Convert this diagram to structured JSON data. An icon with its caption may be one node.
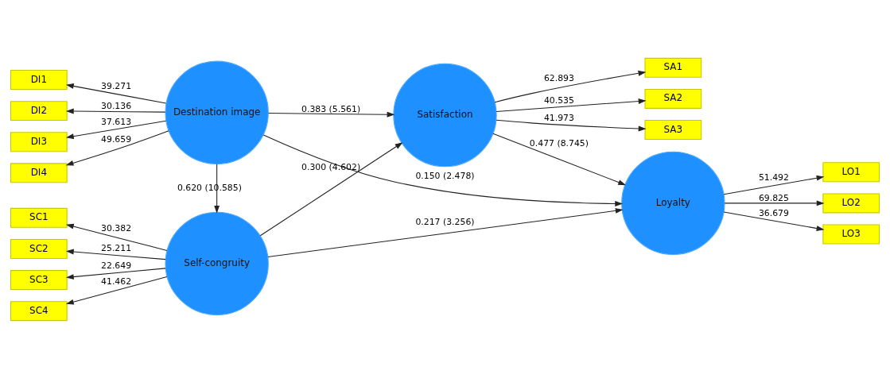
{
  "diagram": {
    "nodes": [
      {
        "text": [
          "DI1"
        ]
      },
      {
        "text": [
          "DI2"
        ]
      },
      {
        "text": [
          "DI3"
        ]
      },
      {
        "text": [
          "DI4"
        ]
      },
      {
        "text": [
          "Destination image"
        ]
      },
      {
        "text": [
          "Satisfaction"
        ]
      },
      {
        "text": [
          "Loyalty"
        ]
      },
      {
        "text": [
          "LO1"
        ]
      },
      {
        "text": [
          "LO2"
        ]
      },
      {
        "text": [
          "LO3"
        ]
      },
      {
        "text": [
          "SC2"
        ]
      },
      {
        "text": [
          "SC3"
        ]
      },
      {
        "text": [
          "SC4"
        ]
      },
      {
        "text": [
          "SC1"
        ]
      },
      {
        "text": [
          "Self-congruity"
        ]
      },
      {
        "text": [
          "SA1"
        ]
      },
      {
        "text": [
          "SA2"
        ]
      },
      {
        "text": [
          "SA3"
        ]
      }
    ],
    "edges": [
      {
        "from": 4,
        "to": 0,
        "arrow": "to",
        "label": "39.271"
      },
      {
        "from": 4,
        "to": 1,
        "arrow": "to",
        "label": "30.136"
      },
      {
        "from": 4,
        "to": 2,
        "arrow": "to",
        "label": "37.613"
      },
      {
        "from": 4,
        "to": 3,
        "arrow": "to",
        "label": "49.659"
      },
      {
        "from": 4,
        "to": 6,
        "arrow": "to",
        "label": "0.150 (2.478)"
      },
      {
        "from": 4,
        "to": 5,
        "arrow": "to",
        "label": "0.383 (5.561)"
      },
      {
        "from": 4,
        "to": 14,
        "arrow": "to",
        "label": "0.620 (10.585)"
      },
      {
        "from": 14,
        "to": 5,
        "arrow": "to",
        "label": "0.300 (4.602)"
      },
      {
        "from": 5,
        "to": 6,
        "arrow": "to",
        "label": "0.477 (8.745)"
      },
      {
        "from": 14,
        "to": 6,
        "arrow": "to",
        "label": "0.217 (3.256)"
      },
      {
        "from": 6,
        "to": 7,
        "arrow": "to",
        "label": "51.492"
      },
      {
        "from": 6,
        "to": 8,
        "arrow": "to",
        "label": "69.825"
      },
      {
        "from": 6,
        "to": 9,
        "arrow": "to",
        "label": "36.679"
      },
      {
        "from": 14,
        "to": 10,
        "arrow": "to",
        "label": "25.211"
      },
      {
        "from": 14,
        "to": 11,
        "arrow": "to",
        "label": "22.649"
      },
      {
        "from": 14,
        "to": 12,
        "arrow": "to",
        "label": "41.462"
      },
      {
        "from": 14,
        "to": 13,
        "arrow": "to",
        "label": "30.382"
      },
      {
        "from": 5,
        "to": 15,
        "arrow": "to",
        "label": "62.893"
      },
      {
        "from": 5,
        "to": 16,
        "arrow": "to",
        "label": "40.535"
      },
      {
        "from": 5,
        "to": 17,
        "arrow": "to",
        "label": "41.973"
      }
    ]
  }
}
